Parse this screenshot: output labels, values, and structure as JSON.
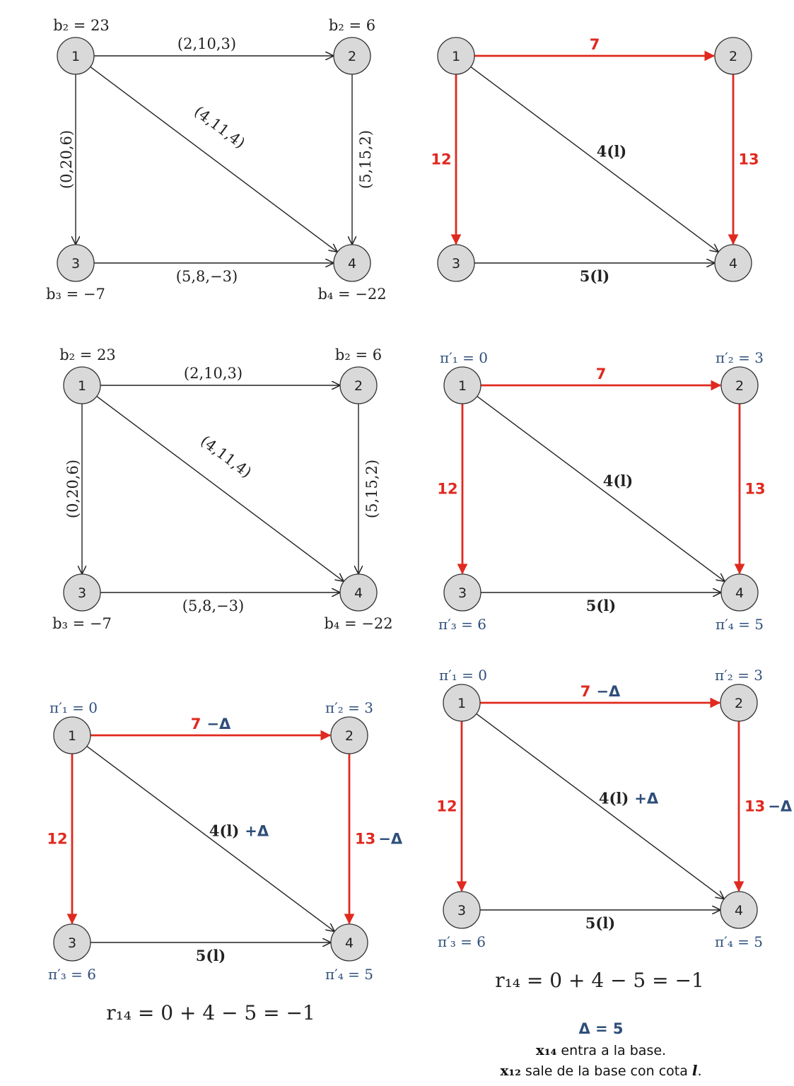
{
  "colors": {
    "basis_edge": "#e0291f",
    "potential": "#2e4e7a",
    "node_fill": "#d9d9d9",
    "edge": "#222222"
  },
  "node_labels": [
    "1",
    "2",
    "3",
    "4"
  ],
  "original_graph": {
    "supplies": {
      "n1": "b₂ = 23",
      "n2": "b₂ = 6",
      "n3": "b₃ = −7",
      "n4": "b₄ = −22"
    },
    "edges": {
      "e12": "(2,10,3)",
      "e13": "(0,20,6)",
      "e14": "(4,11,4)",
      "e24": "(5,15,2)",
      "e34": "(5,8,−3)"
    }
  },
  "basis_graph": {
    "edges": {
      "e12": "7",
      "e13": "12",
      "e24": "13",
      "e14": "4(l)",
      "e34": "5(l)"
    }
  },
  "potentials": {
    "n1": "π′₁ = 0",
    "n2": "π′₂ = 3",
    "n3": "π′₃ = 6",
    "n4": "π′₄ = 5"
  },
  "cycle_graph": {
    "e12_value": "7",
    "e12_delta": "−Δ",
    "e13": "12",
    "e24_value": "13",
    "e24_delta": "−Δ",
    "e14_value": "4(l)",
    "e14_delta": "+Δ",
    "e34": "5(l)"
  },
  "reduced_cost": "r₁₄ = 0 + 4 − 5 = −1",
  "conclusion": {
    "delta": "Δ = 5",
    "enter_var": "x₁₄",
    "enter_text": " entra a la base.",
    "leave_var": "x₁₂",
    "leave_text": " sale de la base con cota ",
    "leave_bound": "l",
    "leave_end": "."
  }
}
